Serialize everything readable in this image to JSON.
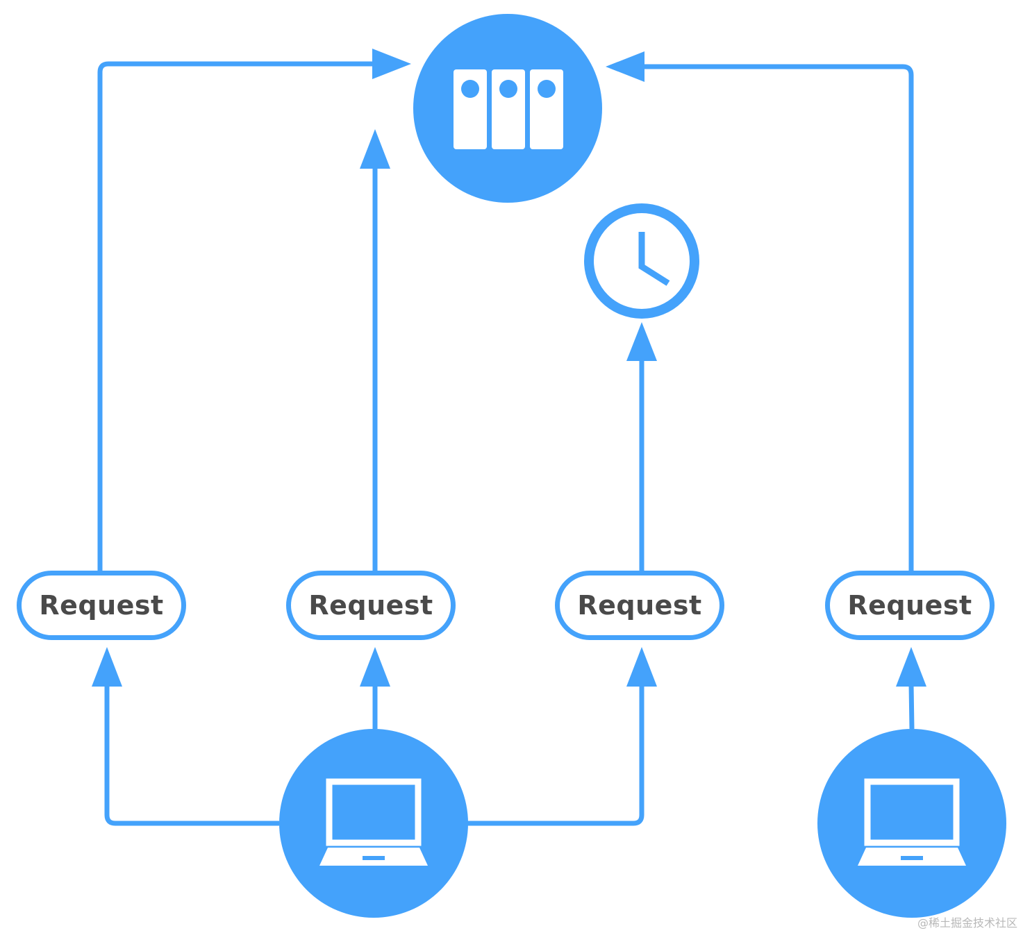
{
  "colors": {
    "accent": "#44a2fb",
    "label_text": "#4a4a4a",
    "background": "#ffffff"
  },
  "nodes": {
    "server": {
      "icon": "server-rack-icon"
    },
    "clock": {
      "icon": "clock-icon"
    },
    "client_primary": {
      "icon": "laptop-icon"
    },
    "client_secondary": {
      "icon": "laptop-icon"
    }
  },
  "requests": [
    {
      "label": "Request"
    },
    {
      "label": "Request"
    },
    {
      "label": "Request"
    },
    {
      "label": "Request"
    }
  ],
  "watermark": "@稀土掘金技术社区"
}
